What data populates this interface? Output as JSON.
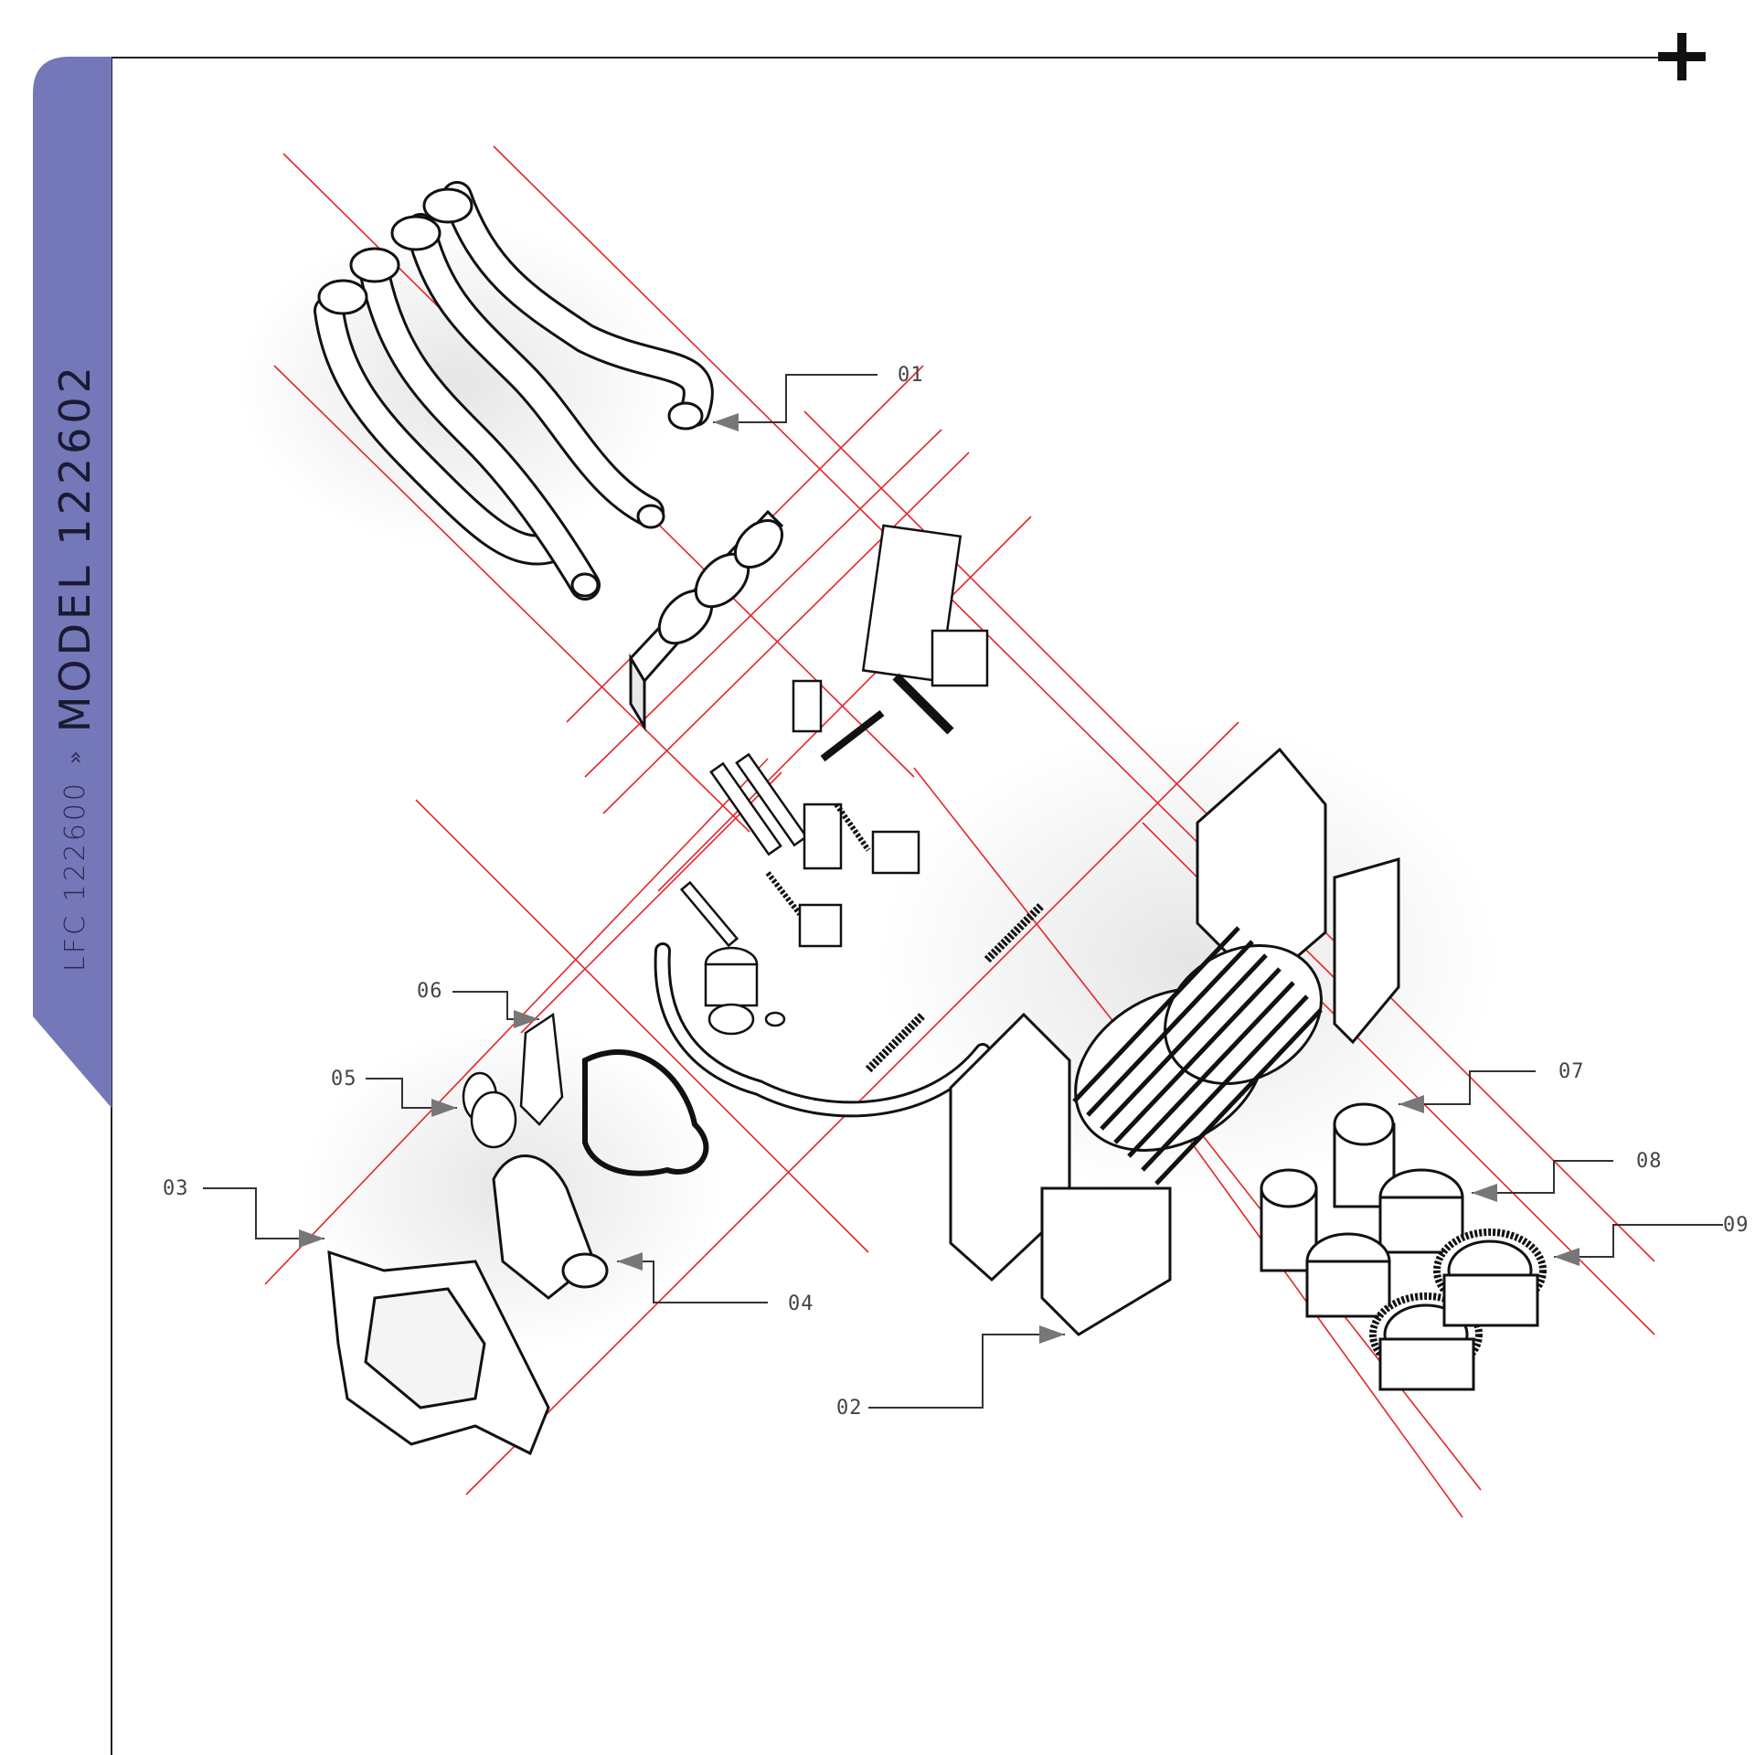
{
  "sidebar": {
    "series_code": "LFC 122600",
    "separator": "»",
    "model_id": "MODEL 122602",
    "tab_color": "#7478b8"
  },
  "frame": {
    "plus_icon": "plus-icon"
  },
  "callouts": [
    {
      "id": "c01",
      "label": "01"
    },
    {
      "id": "c02",
      "label": "02"
    },
    {
      "id": "c03",
      "label": "03"
    },
    {
      "id": "c04",
      "label": "04"
    },
    {
      "id": "c05",
      "label": "05"
    },
    {
      "id": "c06",
      "label": "06"
    },
    {
      "id": "c07",
      "label": "07"
    },
    {
      "id": "c08",
      "label": "08"
    },
    {
      "id": "c09",
      "label": "09"
    }
  ],
  "colors": {
    "guide_line": "#e4262b",
    "outline": "#111111",
    "leader": "#333333"
  }
}
